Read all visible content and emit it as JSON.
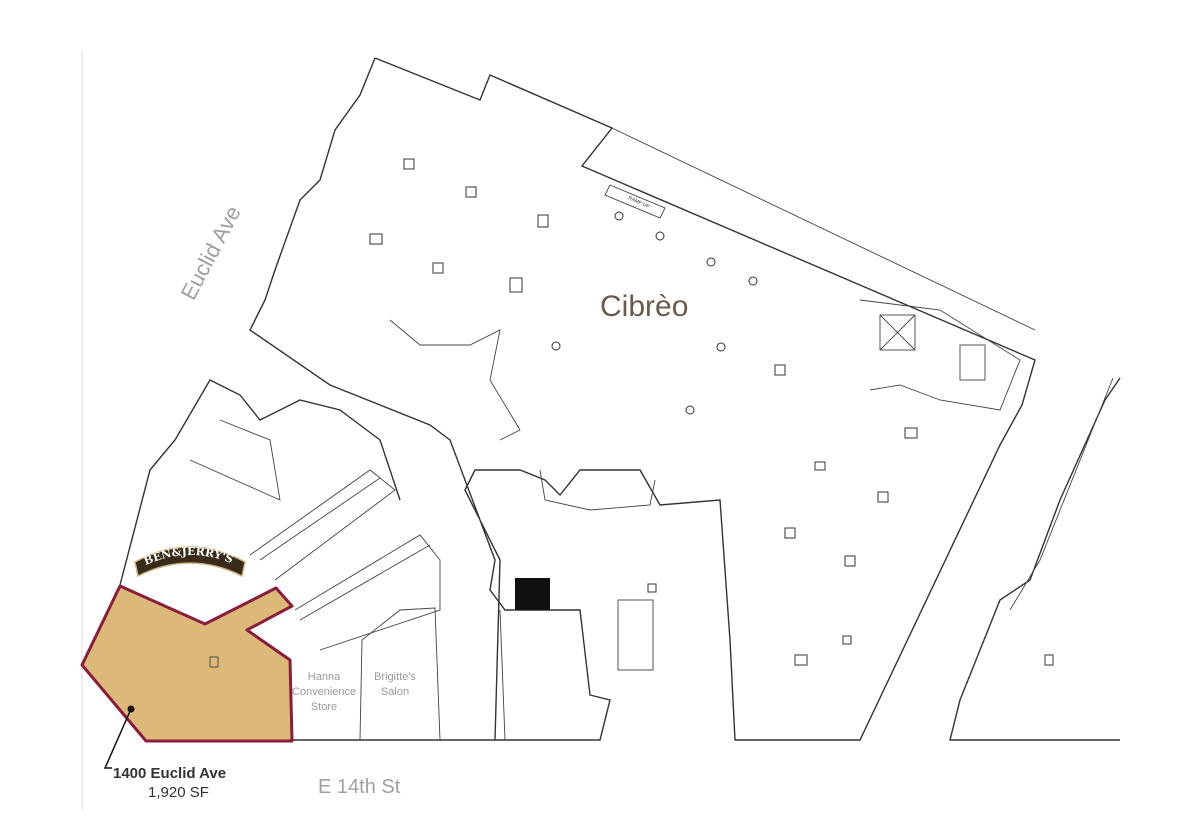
{
  "streets": {
    "euclid": "Euclid Ave",
    "e14th": "E 14th St"
  },
  "tenants": {
    "cibreo": "Cibrèo",
    "ben_jerrys": "BEN&JERRY'S",
    "hanna": "Hanna Convenience Store",
    "brigitte": "Brigitte's Salon"
  },
  "ramp_label": "RAMP UP",
  "highlight": {
    "address": "1400 Euclid Ave",
    "size": "1,920 SF",
    "fill_color": "#dcb978",
    "outline_color": "#8b1c3c"
  },
  "colors": {
    "cibreo": "#6b5a4e",
    "street_label": "#a0a0a0"
  }
}
